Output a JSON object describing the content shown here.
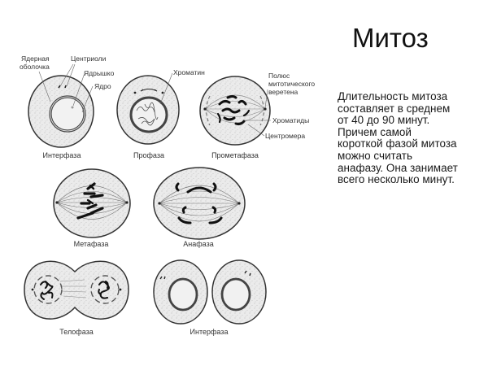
{
  "title": "Митоз",
  "description_lines": [
    "Длительность митоза",
    "составляет в среднем",
    "от 40 до 90 минут.",
    "Причем самой",
    "короткой фазой митоза",
    "можно считать",
    "анафазу. Она занимает",
    "всего несколько минут."
  ],
  "diagram": {
    "annotations": {
      "nuclear_envelope_1": "Ядерная",
      "nuclear_envelope_2": "оболочка",
      "centrioles": "Центриоли",
      "nucleolus": "Ядрышко",
      "nucleus": "Ядро",
      "chromatin": "Хроматин",
      "spindle_pole_1": "Полюс",
      "spindle_pole_2": "митотического",
      "spindle_pole_3": "веретена",
      "chromatids": "Хроматиды",
      "centromere": "Центромера"
    },
    "phases": {
      "interphase_1": "Интерфаза",
      "prophase": "Профаза",
      "prometaphase": "Прометафаза",
      "metaphase": "Метафаза",
      "anaphase": "Анафаза",
      "telophase": "Телофаза",
      "interphase_2": "Интерфаза"
    },
    "colors": {
      "cell_fill": "#e9e9e9",
      "outline": "#333333",
      "chromosome": "#111111"
    }
  }
}
